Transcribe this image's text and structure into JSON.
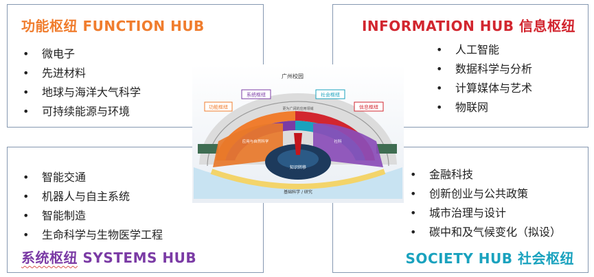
{
  "function_hub": {
    "title_zh": "功能枢纽",
    "title_en": "FUNCTION HUB",
    "color": "#f07d2e",
    "items": [
      "微电子",
      "先进材料",
      "地球与海洋大气科学",
      "可持续能源与环境"
    ]
  },
  "information_hub": {
    "title_en": "INFORMATION HUB",
    "title_zh": "信息枢纽",
    "color": "#d2262f",
    "items": [
      "人工智能",
      "数据科学与分析",
      "计算媒体与艺术",
      "物联网"
    ]
  },
  "systems_hub": {
    "title_zh": "系统枢纽",
    "title_en": "SYSTEMS HUB",
    "color": "#7b3ba5",
    "items": [
      "智能交通",
      "机器人与自主系统",
      "智能制造",
      "生命科学与生物医学工程"
    ]
  },
  "society_hub": {
    "title_en": "SOCIETY HUB",
    "title_zh": "社会枢纽",
    "color": "#1aa2be",
    "items": [
      "金融科技",
      "创新创业与公共政策",
      "城市治理与设计",
      "碳中和及气候变化（拟设）"
    ]
  },
  "diagram": {
    "campus": "广州校园",
    "tags": {
      "function": "功能枢纽",
      "systems": "系统枢纽",
      "society": "社会枢纽",
      "information": "信息枢纽"
    },
    "arc_caption": "更为广阔的应用领域",
    "science_label": "应用与自然科学",
    "social_label": "社科",
    "transfer_label": "知识转移",
    "foundation_label": "基础科学 / 研究"
  }
}
